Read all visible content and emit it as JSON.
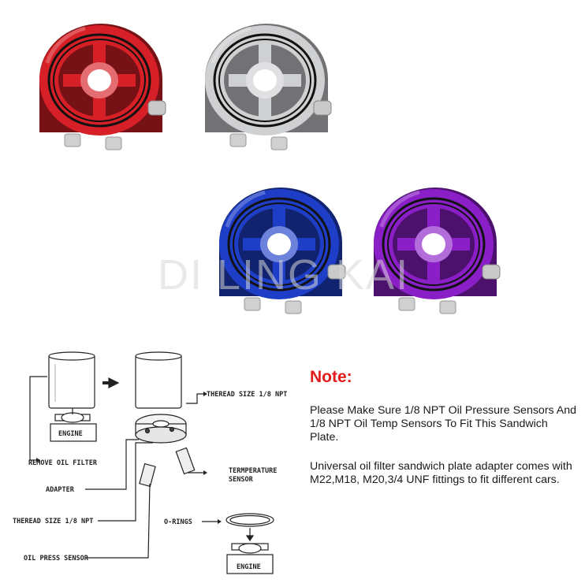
{
  "products": [
    {
      "color_name": "red",
      "color": "#d61f26"
    },
    {
      "color_name": "silver",
      "color": "#cfd0d2"
    },
    {
      "color_name": "blue",
      "color": "#1e3ec8"
    },
    {
      "color_name": "purple",
      "color": "#8a1fc7"
    }
  ],
  "watermark": "DI LING KAI",
  "diagram": {
    "thread_size_top": "THEREAD SIZE 1/8 NPT",
    "engine_top": "ENGINE",
    "remove_oil_filter": "REMOVE OIL FILTER",
    "adapter": "ADAPTER",
    "temperature_sensor_line1": "TERMPERATURE",
    "temperature_sensor_line2": "SENSOR",
    "thread_size_bottom": "THEREAD SIZE 1/8 NPT",
    "o_rings": "O-RINGS",
    "oil_press_sensor": "OIL PRESS SENSOR",
    "engine_bottom": "ENGINE"
  },
  "note": {
    "title": "Note:",
    "paragraph1": "Please Make Sure 1/8 NPT Oil Pressure Sensors And 1/8 NPT Oil Temp Sensors To Fit This Sandwich Plate.",
    "paragraph2": "Universal oil filter sandwich plate adapter comes with M22,M18, M20,3/4 UNF fittings to fit different cars."
  }
}
